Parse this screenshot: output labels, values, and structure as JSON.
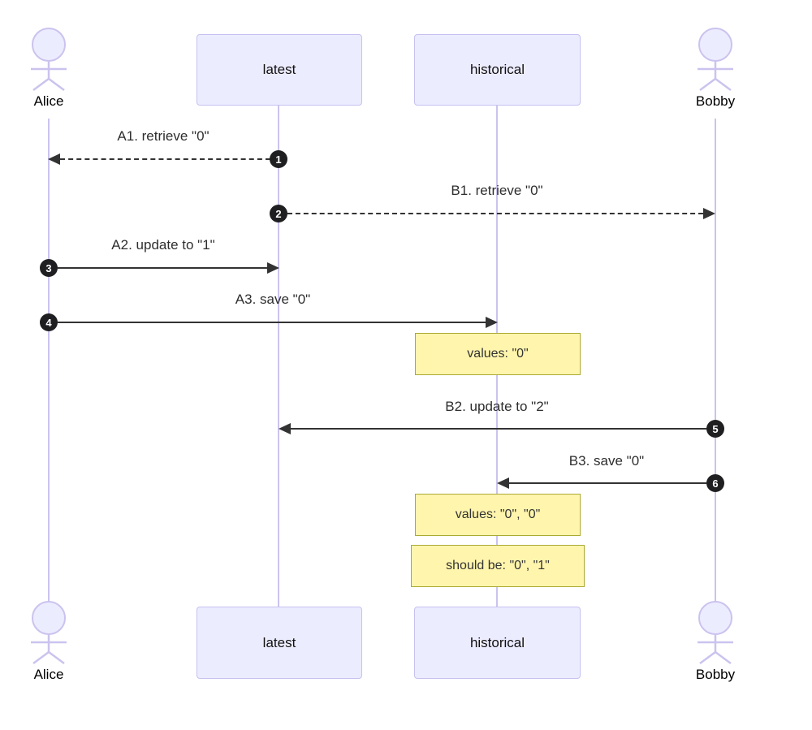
{
  "diagram_type": "sequence-diagram",
  "colors": {
    "participant_fill": "#ECECFF",
    "participant_border": "#c5c1f0",
    "lifeline": "#cbc3ee",
    "note_fill": "#fff5ad",
    "note_border": "#aaaa33",
    "arrow": "#333333",
    "sequence_number_fill": "#1f1f21",
    "sequence_number_text": "#ffffff"
  },
  "actors": {
    "alice": "Alice",
    "bobby": "Bobby"
  },
  "participants": {
    "latest": "latest",
    "historical": "historical"
  },
  "messages": [
    {
      "seq": "1",
      "label": "A1. retrieve \"0\"",
      "from": "latest",
      "to": "Alice",
      "line": "dashed"
    },
    {
      "seq": "2",
      "label": "B1. retrieve \"0\"",
      "from": "latest",
      "to": "Bobby",
      "line": "dashed"
    },
    {
      "seq": "3",
      "label": "A2. update to \"1\"",
      "from": "Alice",
      "to": "latest",
      "line": "solid"
    },
    {
      "seq": "4",
      "label": "A3. save \"0\"",
      "from": "Alice",
      "to": "historical",
      "line": "solid"
    },
    {
      "seq": "5",
      "label": "B2. update to \"2\"",
      "from": "Bobby",
      "to": "latest",
      "line": "solid"
    },
    {
      "seq": "6",
      "label": "B3. save \"0\"",
      "from": "Bobby",
      "to": "historical",
      "line": "solid"
    }
  ],
  "notes": [
    {
      "label": "values: \"0\"",
      "over": "historical"
    },
    {
      "label": "values: \"0\", \"0\"",
      "over": "historical"
    },
    {
      "label": "should be: \"0\", \"1\"",
      "over": "historical"
    }
  ]
}
